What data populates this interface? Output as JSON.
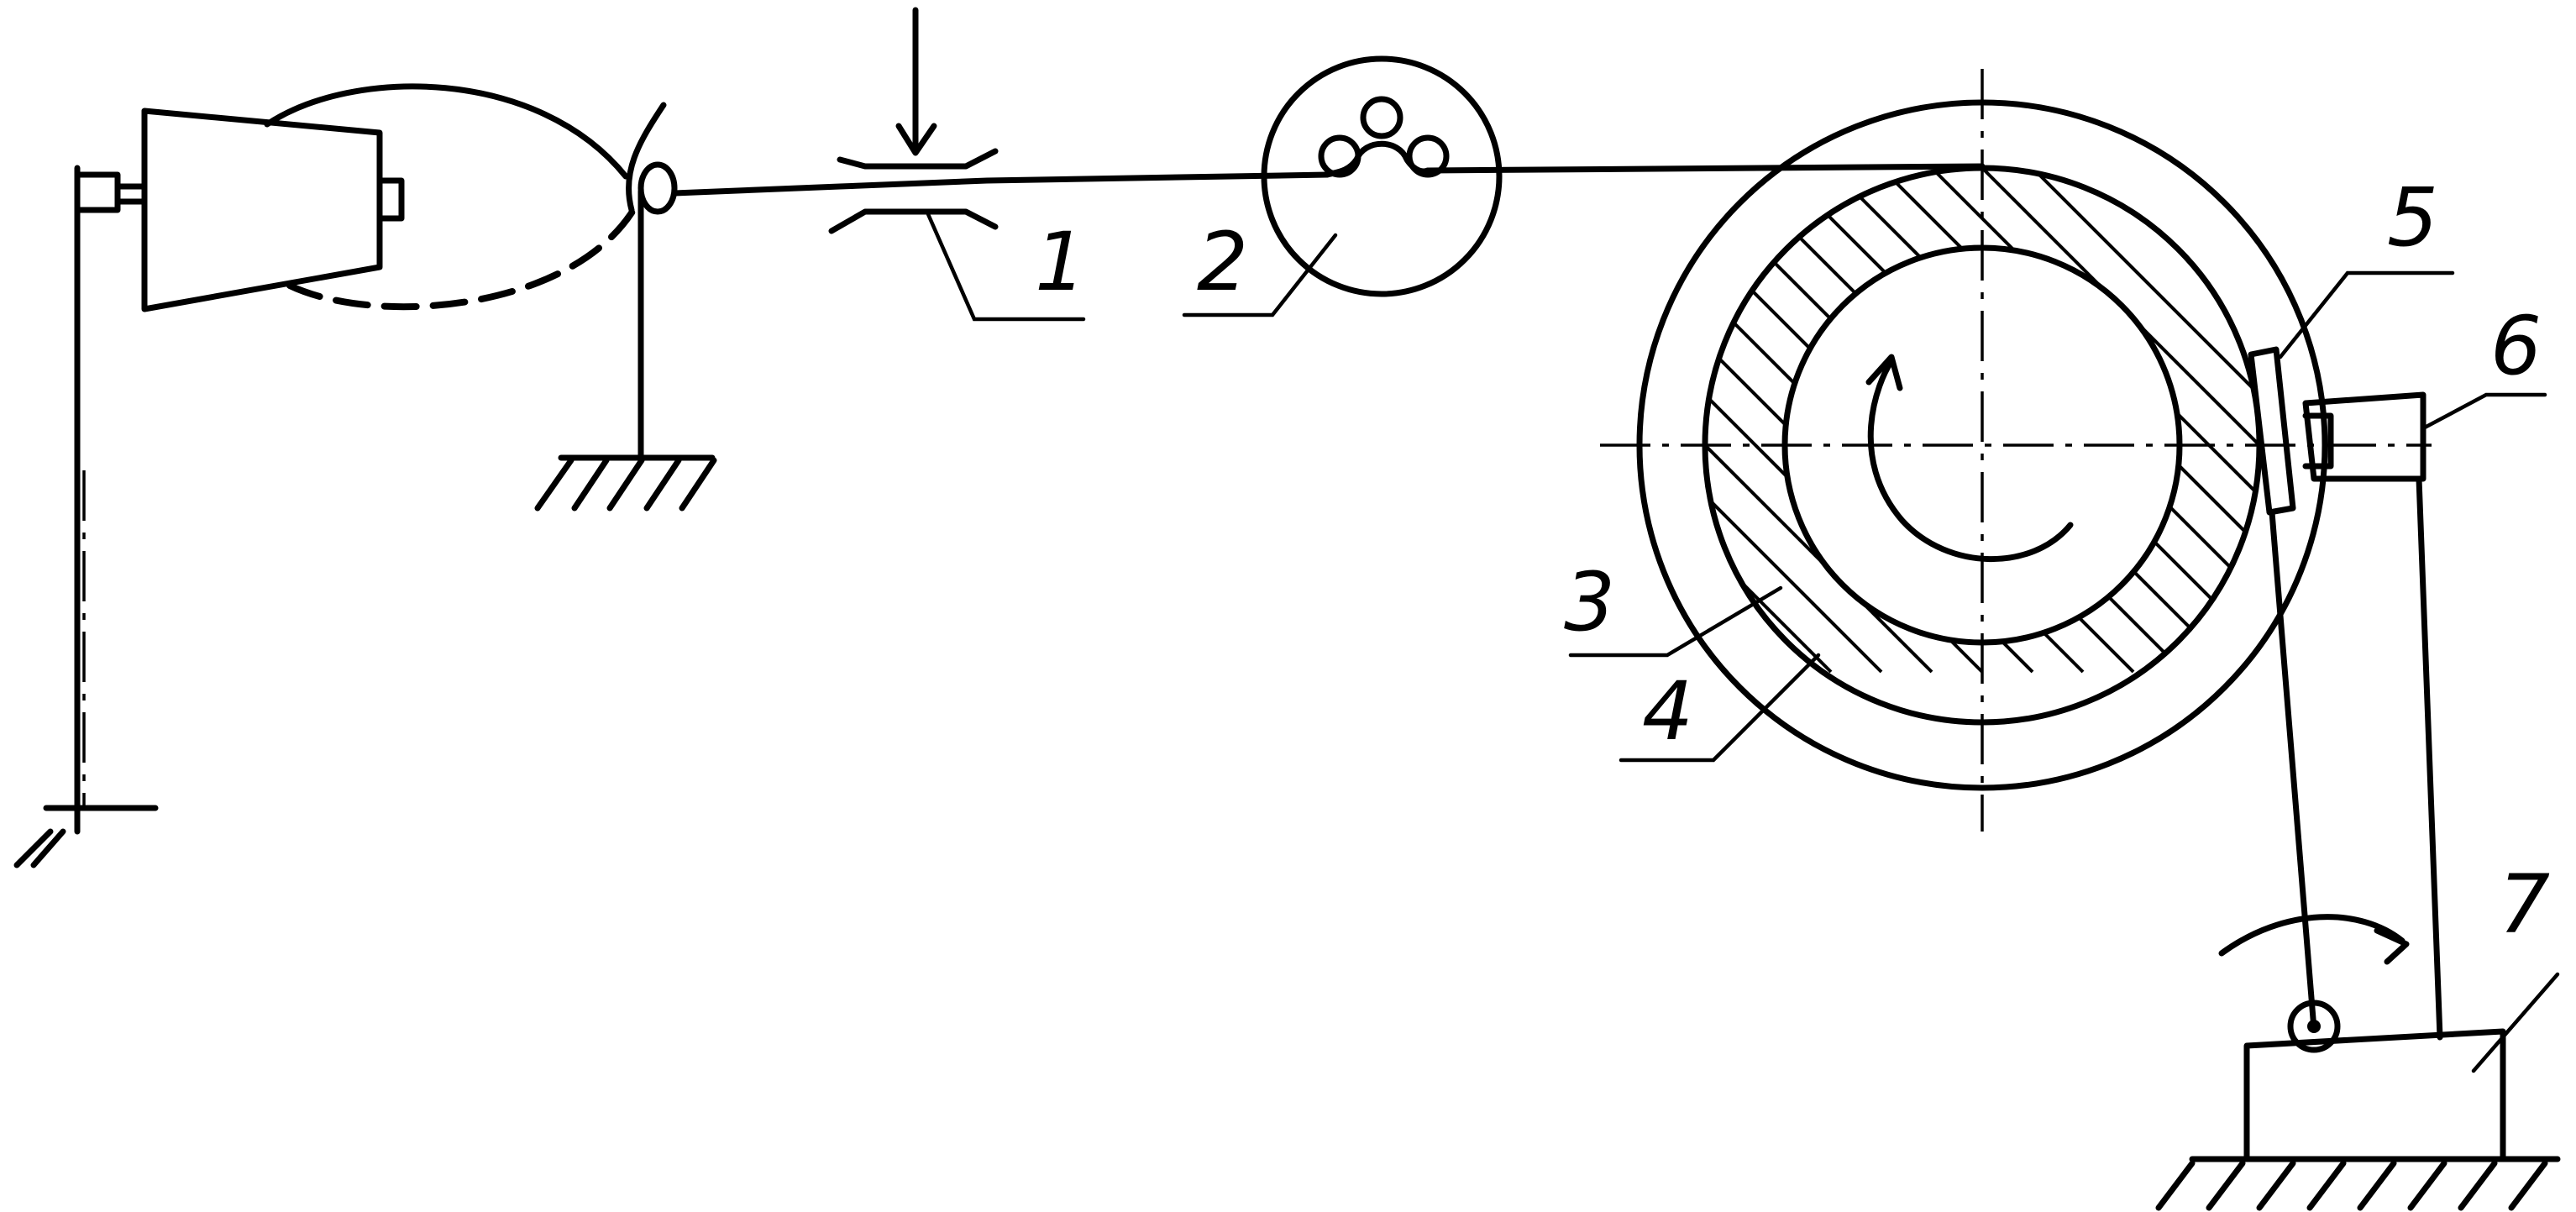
{
  "diagram": {
    "labels": [
      {
        "id": "1",
        "text": "1"
      },
      {
        "id": "2",
        "text": "2"
      },
      {
        "id": "3",
        "text": "3"
      },
      {
        "id": "4",
        "text": "4"
      },
      {
        "id": "5",
        "text": "5"
      },
      {
        "id": "6",
        "text": "6"
      },
      {
        "id": "7",
        "text": "7"
      }
    ],
    "colors": {
      "ink": "#000000",
      "paper": "#ffffff"
    }
  }
}
